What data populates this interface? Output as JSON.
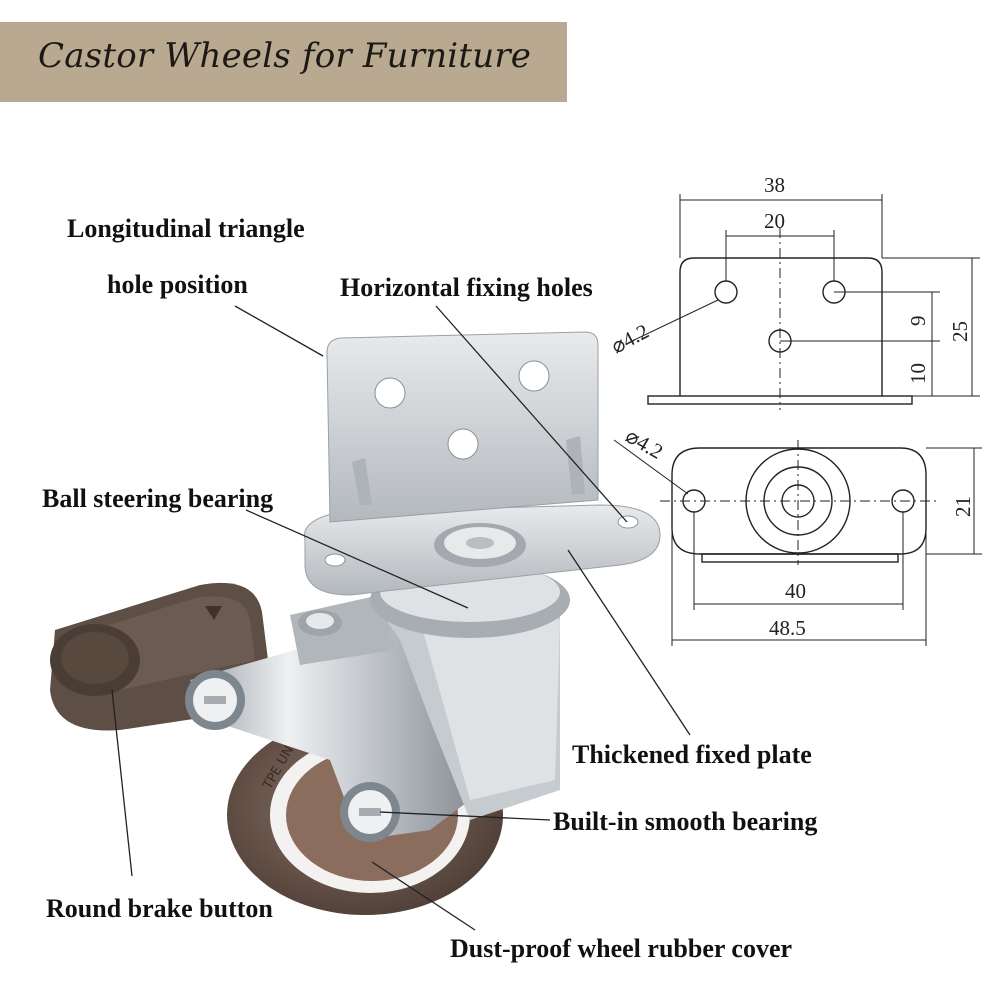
{
  "banner": {
    "title": "Castor Wheels  for Furniture"
  },
  "labels": {
    "triangle_line1": "Longitudinal triangle",
    "triangle_line2": "hole position",
    "horizontal_holes": "Horizontal fixing holes",
    "ball_bearing": "Ball steering bearing",
    "fixed_plate": "Thickened fixed plate",
    "smooth_bearing": "Built-in smooth bearing",
    "brake_button": "Round brake button",
    "rubber_cover": "Dust-proof wheel rubber cover"
  },
  "wheel_text": "TPE UNIFORM",
  "dimensions": {
    "front": {
      "width": "38",
      "hole_spacing": "20",
      "hole_dia": "⌀4.2",
      "upper_offset": "9",
      "height": "25",
      "lower_offset": "10"
    },
    "top": {
      "hole_dia": "⌀4.2",
      "depth": "21",
      "hole_spacing": "40",
      "length": "48.5"
    }
  },
  "colors": {
    "banner": "#b9a990",
    "metal": "#c9ccd0",
    "rubber": "#6e5a50",
    "brake": "#5a4c44"
  }
}
